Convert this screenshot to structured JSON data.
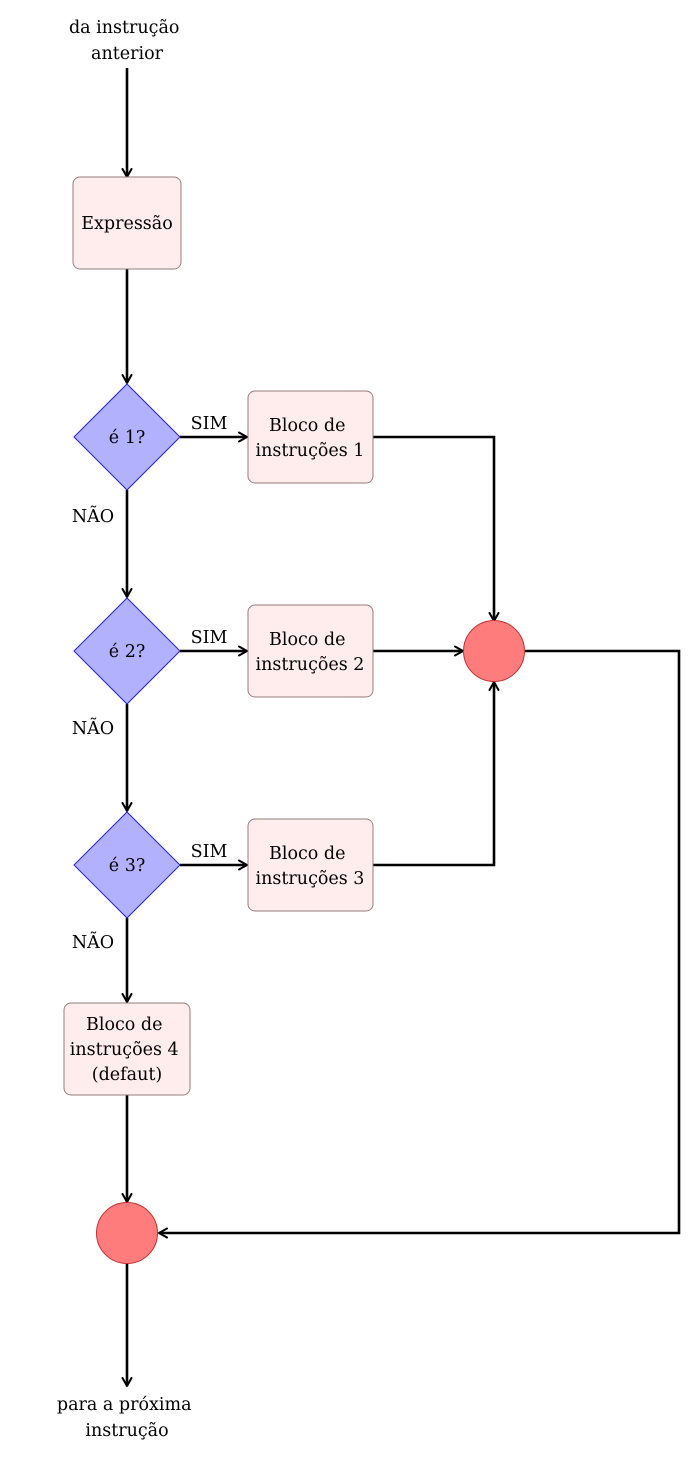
{
  "colors": {
    "process_fill": "#ffecec",
    "process_stroke": "#9a7b7b",
    "decision_fill": "#b1b1fd",
    "decision_stroke": "#2222cc",
    "connector_fill": "#ff7c7c",
    "connector_stroke": "#c03030",
    "edge": "#000000"
  },
  "labels": {
    "start": [
      "da instrução",
      "anterior"
    ],
    "end": [
      "para a próxima",
      "instrução"
    ],
    "expression": "Expressão",
    "decision_1": "é 1?",
    "decision_2": "é 2?",
    "decision_3": "é 3?",
    "block_1": [
      "Bloco de",
      "instruções 1"
    ],
    "block_2": [
      "Bloco de",
      "instruções 2"
    ],
    "block_3": [
      "Bloco de",
      "instruções 3"
    ],
    "block_4": [
      "Bloco de",
      "instruções 4",
      "(defaut)"
    ],
    "yes": "SIM",
    "no": "NÃO"
  }
}
